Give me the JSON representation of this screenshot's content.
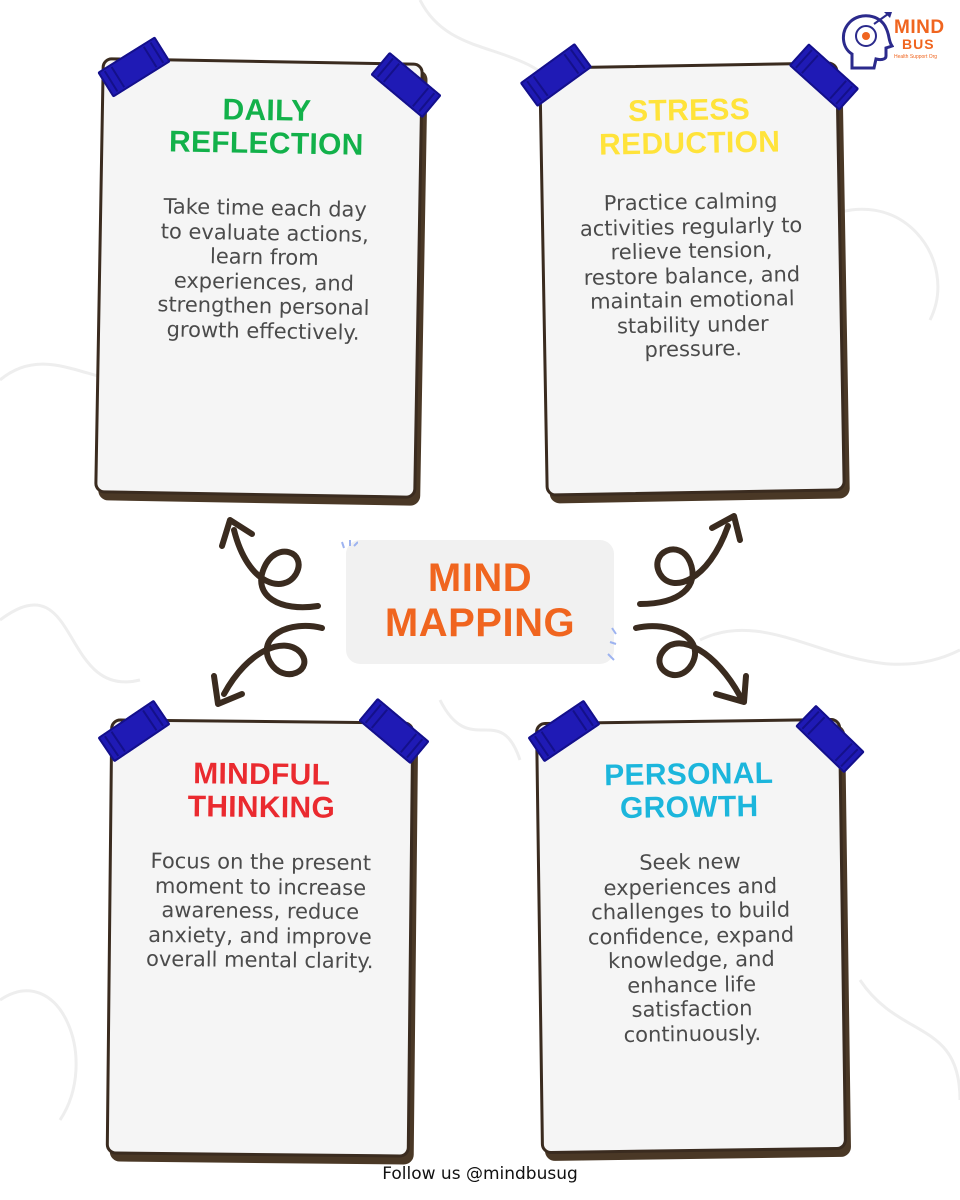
{
  "brand": {
    "name_line1": "MIND",
    "name_line2": "BUS",
    "tagline": "Health Support Org",
    "color": "#f0651f"
  },
  "center": {
    "title": "MIND MAPPING",
    "color": "#f0651f"
  },
  "cards": [
    {
      "title": "DAILY REFLECTION",
      "color": "#12b14a",
      "body": "Take time each day to evaluate actions, learn from experiences, and strengthen personal growth effectively."
    },
    {
      "title": "STRESS REDUCTION",
      "color": "#ffe33a",
      "body": "Practice calming activities regularly to relieve tension, restore balance, and maintain emotional stability under pressure."
    },
    {
      "title": "MINDFUL THINKING",
      "color": "#ea2a2f",
      "body": "Focus on the present moment to increase awareness, reduce anxiety, and improve overall mental clarity."
    },
    {
      "title": "PERSONAL GROWTH",
      "color": "#1cb6dc",
      "body": "Seek new experiences and challenges to build confidence, expand knowledge, and enhance life satisfaction continuously."
    }
  ],
  "icons": {
    "tape": "tape-icon",
    "arrow": "curly-arrow-icon",
    "logo": "head-profile-icon"
  },
  "colors": {
    "tape": "#1f1ab5",
    "arrow": "#3a2b1f",
    "card_border": "#3a2b1f"
  },
  "footer": {
    "text": "Follow us @mindbusug"
  }
}
